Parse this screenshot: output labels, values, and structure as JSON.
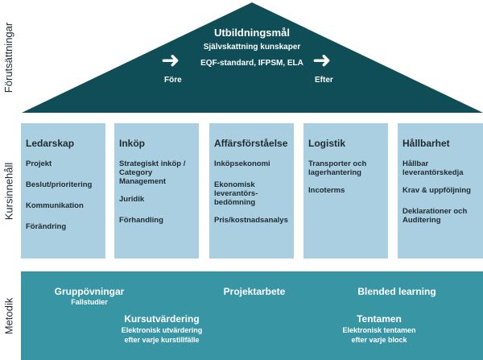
{
  "side_labels": {
    "top": "Förutsättningar",
    "middle": "Kursinnehåll",
    "bottom": "Metodik"
  },
  "roof": {
    "title": "Utbildningsmål",
    "line1": "Självskattning kunskaper",
    "line2": "EQF-standard, IFPSM, ELA",
    "before": "Före",
    "after": "Efter",
    "color": "#0f4d57"
  },
  "pillars": [
    {
      "title": "Ledarskap",
      "items": [
        "Projekt",
        "Beslut/prioritering",
        "Kommunikation",
        "Förändring"
      ]
    },
    {
      "title": "Inköp",
      "items": [
        "Strategiskt inköp / Category Management",
        "Juridik",
        "Förhandling"
      ]
    },
    {
      "title": "Affärsförståelse",
      "items": [
        "Inköpsekonomi",
        "Ekonomisk leverantörs-bedömning",
        "Pris/kostnadsanalys"
      ]
    },
    {
      "title": "Logistik",
      "items": [
        "Transporter och lagerhantering",
        "Incoterms"
      ]
    },
    {
      "title": "Hållbarhet",
      "items": [
        "Hållbar leverantörskedja",
        "Krav & uppföljning",
        "Deklarationer och Auditering"
      ]
    }
  ],
  "methods": {
    "group_title": "Gruppövningar",
    "group_sub": "Fallstudier",
    "project_title": "Projektarbete",
    "blended_title": "Blended learning",
    "eval_title": "Kursutvärdering",
    "eval_sub1": "Elektronisk utvärdering",
    "eval_sub2": "efter varje kurstillfälle",
    "exam_title": "Tentamen",
    "exam_sub1": "Elektronisk tentamen",
    "exam_sub2": "efter varje block"
  },
  "colors": {
    "roof": "#0f4d57",
    "pillar": "#a9cfe0",
    "base": "#3895a4"
  }
}
